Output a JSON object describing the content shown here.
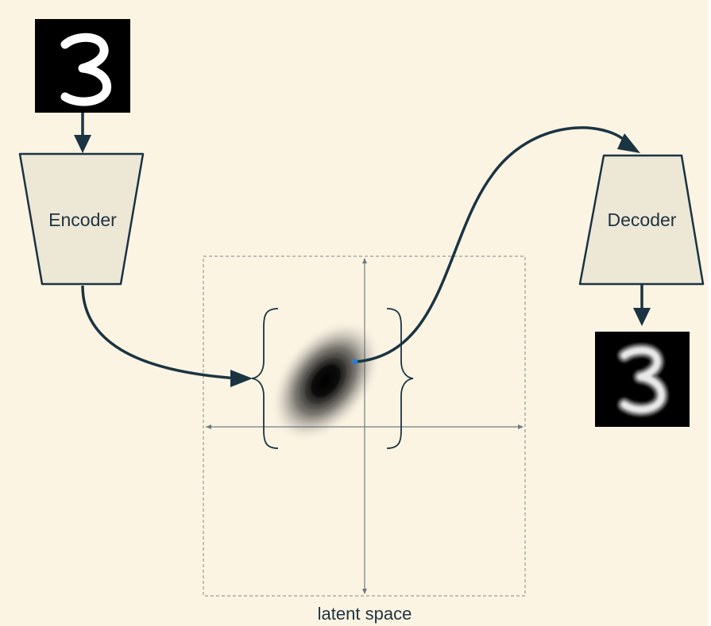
{
  "encoder": {
    "label": "Encoder"
  },
  "decoder": {
    "label": "Decoder"
  },
  "latent_space": {
    "label": "latent space"
  },
  "input_image": {
    "digit": "3"
  },
  "output_image": {
    "digit": "3"
  },
  "colors": {
    "background": "#fcf4e3",
    "block_fill": "#ede7d6",
    "stroke": "#1a3442",
    "text": "#1f3340",
    "axis": "#6f7c80",
    "box_dash": "#9a9a9a",
    "sample_point": "#2a7fd4"
  }
}
